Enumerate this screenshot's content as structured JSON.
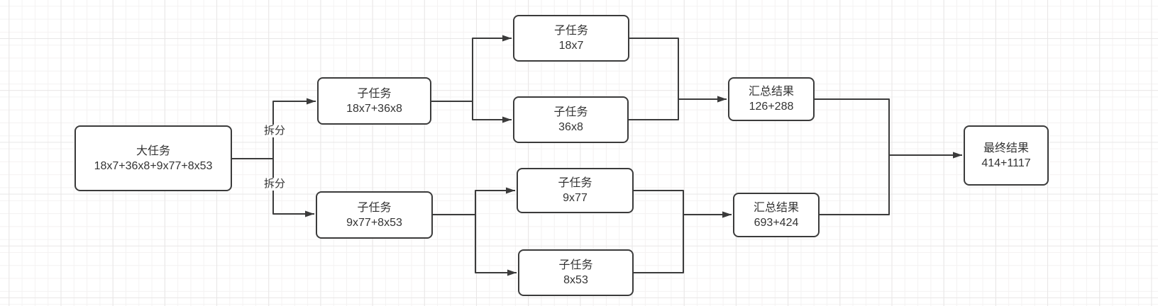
{
  "diagram": {
    "nodes": {
      "big_task": {
        "title": "大任务",
        "subtitle": "18x7+36x8+9x77+8x53"
      },
      "subtask_group_top": {
        "title": "子任务",
        "subtitle": "18x7+36x8"
      },
      "subtask_group_bottom": {
        "title": "子任务",
        "subtitle": "9x77+8x53"
      },
      "subtask_18x7": {
        "title": "子任务",
        "subtitle": "18x7"
      },
      "subtask_36x8": {
        "title": "子任务",
        "subtitle": "36x8"
      },
      "subtask_9x77": {
        "title": "子任务",
        "subtitle": "9x77"
      },
      "subtask_8x53": {
        "title": "子任务",
        "subtitle": "8x53"
      },
      "sum_top": {
        "title": "汇总结果",
        "subtitle": "126+288"
      },
      "sum_bottom": {
        "title": "汇总结果",
        "subtitle": "693+424"
      },
      "final_result": {
        "title": "最终结果",
        "subtitle": "414+1117"
      }
    },
    "edge_labels": {
      "split_top": "拆分",
      "split_bottom": "拆分"
    },
    "colors": {
      "line": "#3b3b3b",
      "text": "#333333",
      "node_bg": "#ffffff",
      "canvas": "#ffffff",
      "grid_minor": "#f4f2f2",
      "grid_major": "#e8e6e6"
    }
  }
}
